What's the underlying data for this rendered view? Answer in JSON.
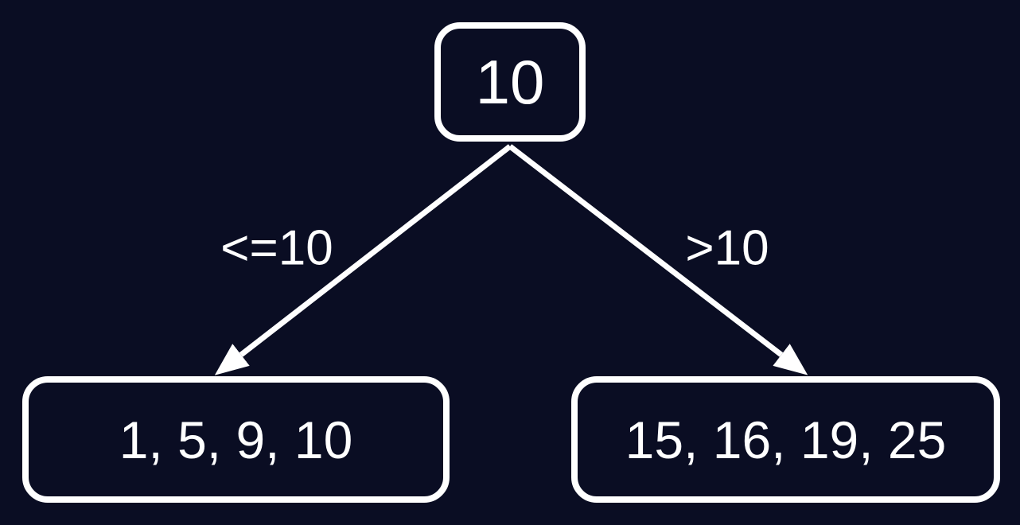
{
  "diagram": {
    "type": "binary-split-tree",
    "root": {
      "label": "10"
    },
    "edges": [
      {
        "label": "<=10",
        "from": "root",
        "to": "left-leaf"
      },
      {
        "label": ">10",
        "from": "root",
        "to": "right-leaf"
      }
    ],
    "leaves": [
      {
        "label": "1, 5, 9, 10"
      },
      {
        "label": "15, 16, 19, 25"
      }
    ],
    "colors": {
      "background": "#0a0d23",
      "node_fill": "#0a0d23",
      "stroke": "#ffffff",
      "text": "#ffffff"
    }
  }
}
